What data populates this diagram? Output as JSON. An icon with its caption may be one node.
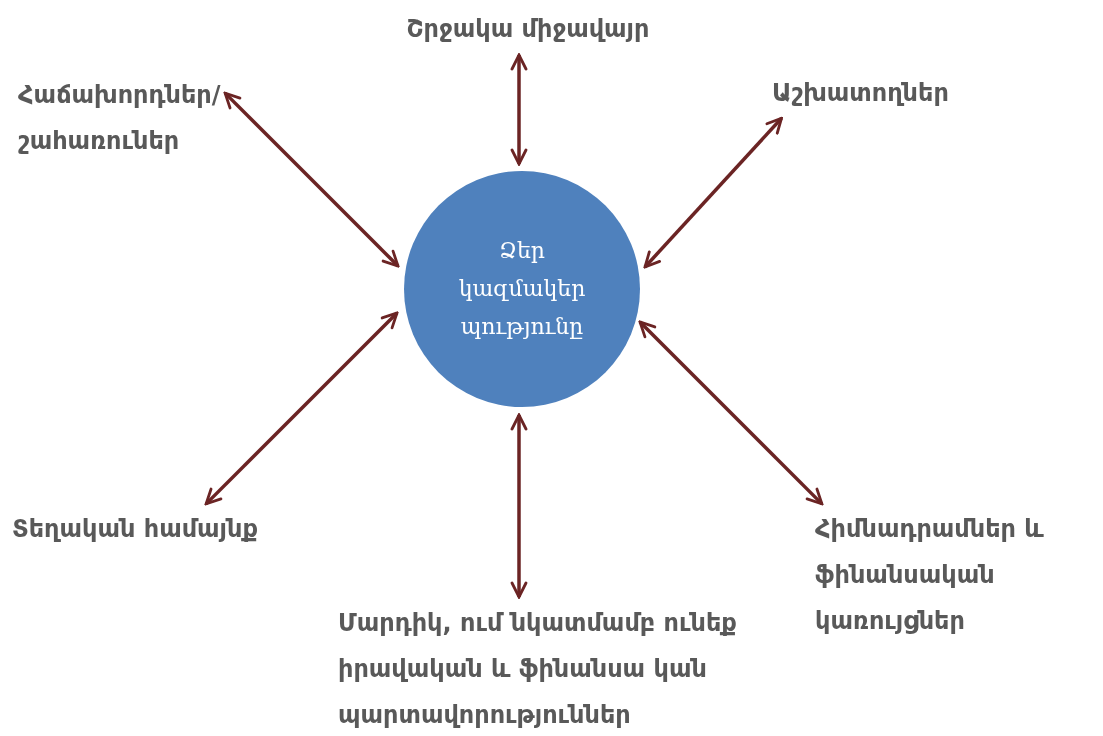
{
  "diagram": {
    "nodes": [
      {
        "text": [
          "Շրջակա միջավայր"
        ]
      },
      {
        "text": [
          "Հաճախորդներ/ շահառուներ"
        ]
      },
      {
        "text": [
          "Աշխատողներ"
        ]
      },
      {
        "text": [
          "Ձեր կազմակեր պությունը"
        ]
      },
      {
        "text": [
          "Տեղական համայնք"
        ]
      },
      {
        "text": [
          "Հիմնադրամներ և ֆինանսական կառույցներ"
        ]
      },
      {
        "text": [
          "Մարդիկ, ում նկատմամբ ունեք իրավական և ֆինանսա կան պարտավորություններ"
        ]
      }
    ],
    "edges": [
      {
        "from": 3,
        "to": 0,
        "arrow": "both"
      },
      {
        "from": 3,
        "to": 1,
        "arrow": "both"
      },
      {
        "from": 3,
        "to": 2,
        "arrow": "both"
      },
      {
        "from": 3,
        "to": 4,
        "arrow": "both"
      },
      {
        "from": 3,
        "to": 6,
        "arrow": "both"
      },
      {
        "from": 3,
        "to": 5,
        "arrow": "both"
      }
    ]
  }
}
